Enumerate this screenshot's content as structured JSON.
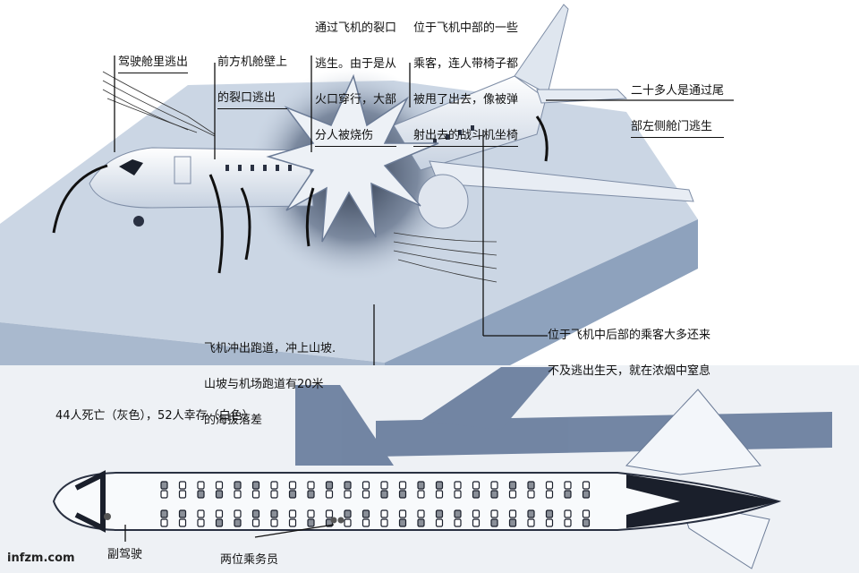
{
  "callouts": {
    "cockpit": "驾驶舱里逃出",
    "front_wall_1": "前方机舱壁上",
    "front_wall_2": "的裂口逃出",
    "crack_1": "通过飞机的裂口",
    "crack_2": "逃生。由于是从",
    "crack_3": "火口穿行，大部",
    "crack_4": "分人被烧伤",
    "middle_1": "位于飞机中部的一些",
    "middle_2": "乘客，连人带椅子都",
    "middle_3": "被甩了出去，像被弹",
    "middle_4": "射出去的战斗机坐椅",
    "tail_1": "二十多人是通过尾",
    "tail_2": "部左侧舱门逃生",
    "rear_1": "位于飞机中后部的乘客大多还来",
    "rear_2": "不及逃出生天，就在浓烟中窒息",
    "runway_1": "飞机冲出跑道，冲上山坡.",
    "runway_2": "山坡与机场跑道有20米",
    "runway_3": "的海拔落差"
  },
  "seat_map": {
    "legend": "44人死亡（灰色），52人幸存（白色）",
    "copilot_label": "副驾驶",
    "attendants_label": "两位乘务员"
  },
  "footer": {
    "logo": "infzm.com"
  },
  "colors": {
    "plateau": "#c9d4e3",
    "plateau_side": "#a8b8cd",
    "fuselage": "#f4f7fb",
    "shadow": "#5a6f91",
    "deceased": "#8a8f98",
    "survived": "#ffffff"
  }
}
